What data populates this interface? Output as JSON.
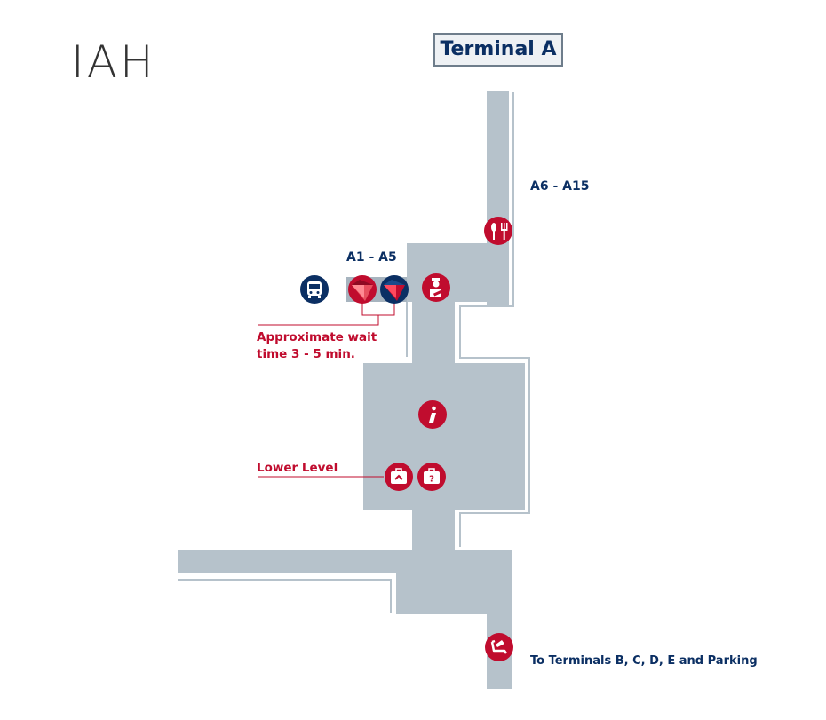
{
  "airport_code": "IAH",
  "terminal_title": "Terminal A",
  "gates": {
    "north": "A6 - A15",
    "west": "A1 - A5"
  },
  "callouts": {
    "wait_time_line1": "Approximate wait",
    "wait_time_line2": "time 3 - 5 min.",
    "lower_level": "Lower Level"
  },
  "destination": "To Terminals B, C, D, E and Parking",
  "icons": [
    "dining-icon",
    "shuttle-bus-icon",
    "delta-checkin-kiosk-icon",
    "delta-checkin-counter-icon",
    "security-checkpoint-icon",
    "information-icon",
    "baggage-claim-icon",
    "lost-baggage-icon",
    "skyteam-lounge-icon"
  ],
  "colors": {
    "corridor": "#b6c2cb",
    "corridor_outline": "#b6c2cb",
    "amenity_red": "#c00c2e",
    "brand_navy": "#0b2f63",
    "title_border": "#6e7d8b"
  }
}
